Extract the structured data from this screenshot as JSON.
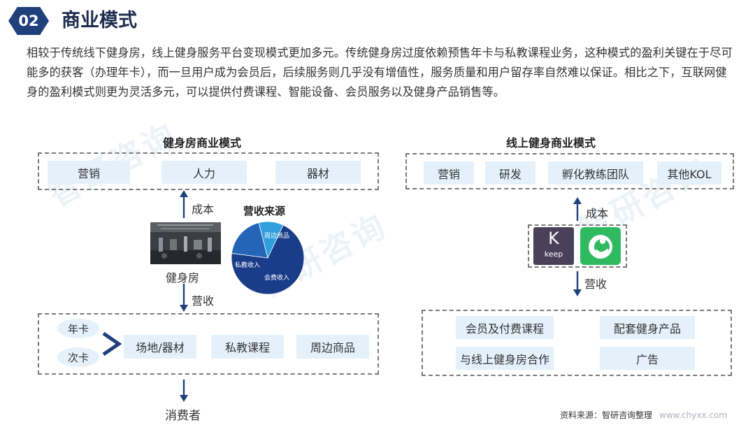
{
  "header": {
    "badge": "02",
    "title": "商业模式"
  },
  "intro_text": "相较于传统线下健身房，线上健身服务平台变现模式更加多元。传统健身房过度依赖预售年卡与私教课程业务，这种模式的盈利关键在于尽可能多的获客（办理年卡），而一旦用户成为会员后，后续服务则几乎没有增值性，服务质量和用户留存率自然难以保证。相比之下，互联网健身的盈利模式则更为灵活多元，可以提供付费课程、智能设备、会员服务以及健身产品销售等。",
  "gym": {
    "title": "健身房商业模式",
    "cost_items": [
      "营销",
      "人力",
      "器材"
    ],
    "cost_label": "成本",
    "photo_caption": "健身房",
    "revenue_label": "营收",
    "revenue_source_title": "营收来源",
    "pie": {
      "slices": [
        {
          "label": "会费收入",
          "value": 70,
          "color": "#1a3d8a"
        },
        {
          "label": "私教收入",
          "value": 19,
          "color": "#2565b8"
        },
        {
          "label": "周边商品",
          "value": 11,
          "color": "#2fa0dc"
        }
      ]
    },
    "card_types": [
      "年卡",
      "次卡"
    ],
    "revenue_items": [
      "场地/器材",
      "私教课程",
      "周边商品"
    ],
    "consumer_label": "消费者"
  },
  "online": {
    "title": "线上健身商业模式",
    "cost_items": [
      "营销",
      "研发",
      "孵化教练团队",
      "其他KOL"
    ],
    "cost_label": "成本",
    "revenue_label": "营收",
    "logos": {
      "keep_text": "keep",
      "keep_letter": "K"
    },
    "revenue_items": [
      "会员及付费课程",
      "配套健身产品",
      "与线上健身房合作",
      "广告"
    ]
  },
  "footer": {
    "source": "资料来源：智研咨询整理",
    "url": "www.chyxx.com"
  },
  "watermark": "智研咨询",
  "colors": {
    "navy": "#20407c",
    "pill_bg": "#e4f1fb",
    "keep_bg": "#4a4059",
    "green_app": "#2fba5f"
  }
}
